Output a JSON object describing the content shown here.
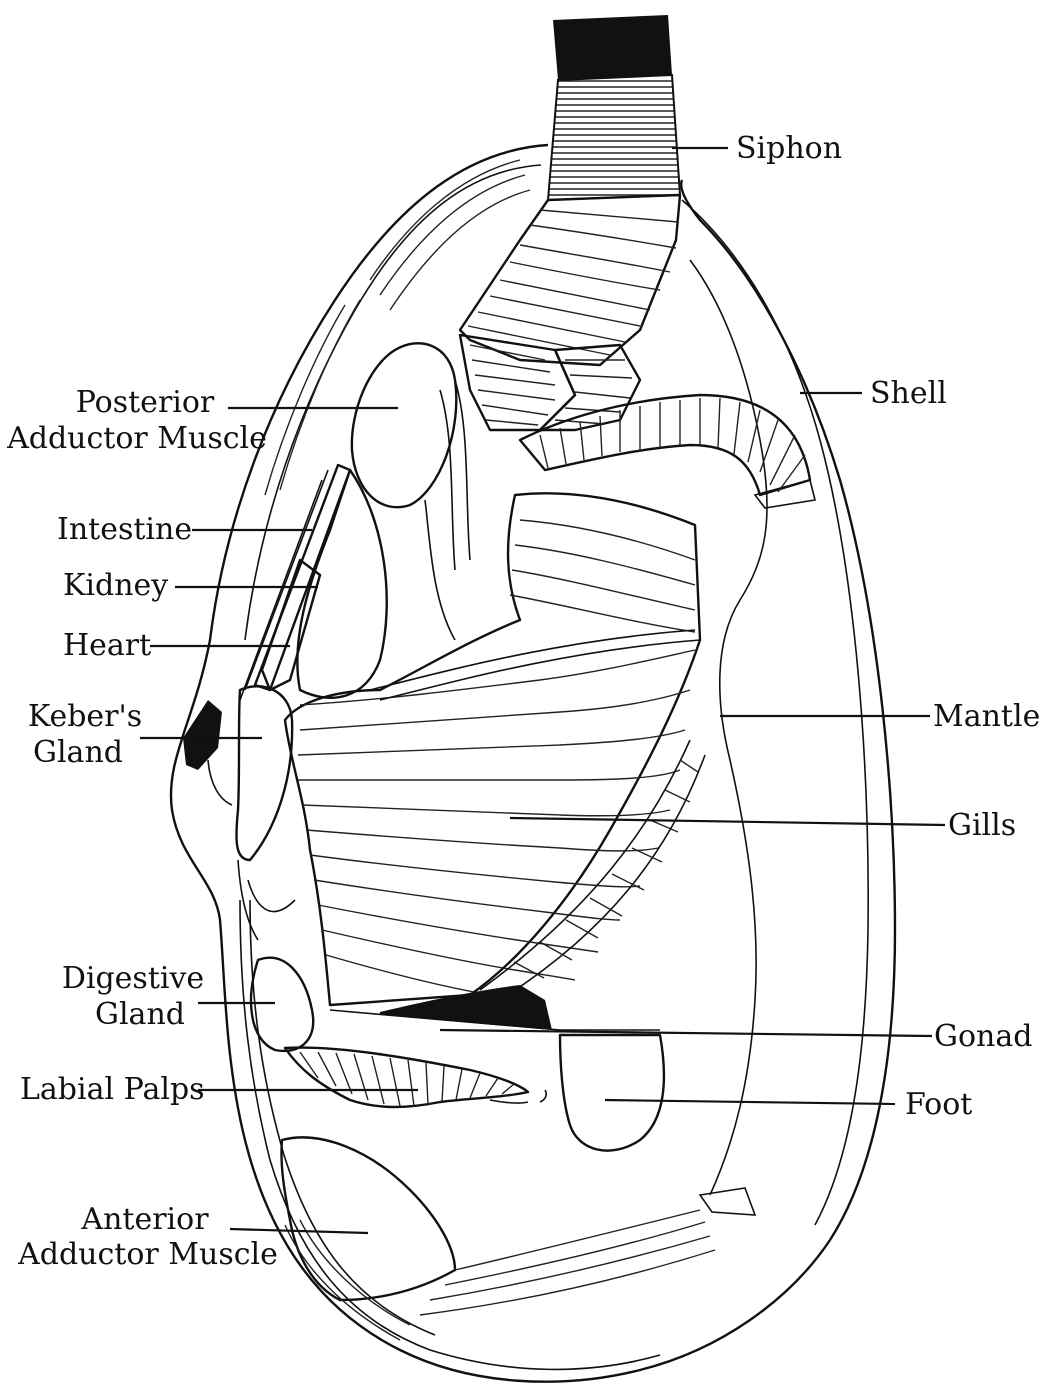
{
  "diagram": {
    "labels": {
      "siphon": "Siphon",
      "shell": "Shell",
      "posterior_line1": "Posterior",
      "posterior_line2": "Adductor Muscle",
      "intestine": "Intestine",
      "kidney": "Kidney",
      "heart": "Heart",
      "kebers_line1": "Keber's",
      "kebers_line2": "Gland",
      "mantle": "Mantle",
      "gills": "Gills",
      "digestive_line1": "Digestive",
      "digestive_line2": "Gland",
      "gonad": "Gonad",
      "labial_palps": "Labial Palps",
      "foot": "Foot",
      "anterior_line1": "Anterior",
      "anterior_line2": "Adductor Muscle"
    },
    "colors": {
      "ink": "#111111",
      "background": "#ffffff",
      "stipple": "#333333"
    }
  }
}
